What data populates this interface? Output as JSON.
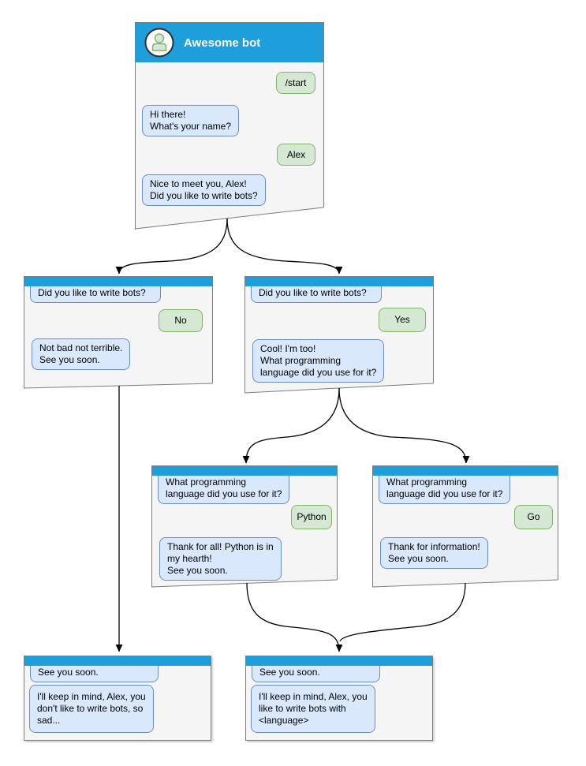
{
  "diagram": {
    "type": "chatbot-conversation-flowchart",
    "bot_name": "Awesome bot"
  },
  "colors": {
    "titlebar_blue": "#1E9FDB",
    "bot_bubble_fill": "#DAE8FC",
    "bot_bubble_stroke": "#6C8EBF",
    "user_bubble_fill": "#D5E8D4",
    "user_bubble_stroke": "#82B366",
    "window_fill": "#F5F5F5",
    "window_stroke": "#7d7d7d",
    "arrow": "#000000"
  },
  "windows": {
    "main": {
      "title": "Awesome bot",
      "avatar_icon": "person",
      "messages": {
        "start_command": "/start",
        "greeting": "Hi there!\nWhat's your name?",
        "name_reply": "Alex",
        "ask_bots": "Nice to meet you, Alex!\nDid you like to write bots?"
      }
    },
    "branch_no": {
      "context": "Did you like to write bots?",
      "user_reply": "No",
      "bot_response": "Not bad not terrible.\nSee you soon."
    },
    "branch_yes": {
      "context": "Did you like to write bots?",
      "user_reply": "Yes",
      "bot_response": "Cool! I'm too!\nWhat programming\nlanguage did you use for it?"
    },
    "branch_python": {
      "context": "What programming\nlanguage did you use for it?",
      "user_reply": "Python",
      "bot_response": "Thank for all! Python is in\nmy hearth!\nSee you soon."
    },
    "branch_go": {
      "context": "What programming\nlanguage did you use for it?",
      "user_reply": "Go",
      "bot_response": "Thank for information!\nSee you soon."
    },
    "end_no": {
      "context": "See you soon.",
      "bot_response": "I'll keep in mind, Alex, you\ndon't like to write bots, so\nsad..."
    },
    "end_yes": {
      "context": "See you soon.",
      "bot_response": "I'll keep in mind, Alex, you\nlike to write bots with\n<language>"
    }
  },
  "edges": [
    {
      "from": "main",
      "to": "branch_no"
    },
    {
      "from": "main",
      "to": "branch_yes"
    },
    {
      "from": "branch_no",
      "to": "end_no"
    },
    {
      "from": "branch_yes",
      "to": "branch_python"
    },
    {
      "from": "branch_yes",
      "to": "branch_go"
    },
    {
      "from": "branch_python",
      "to": "end_yes"
    },
    {
      "from": "branch_go",
      "to": "end_yes"
    }
  ]
}
